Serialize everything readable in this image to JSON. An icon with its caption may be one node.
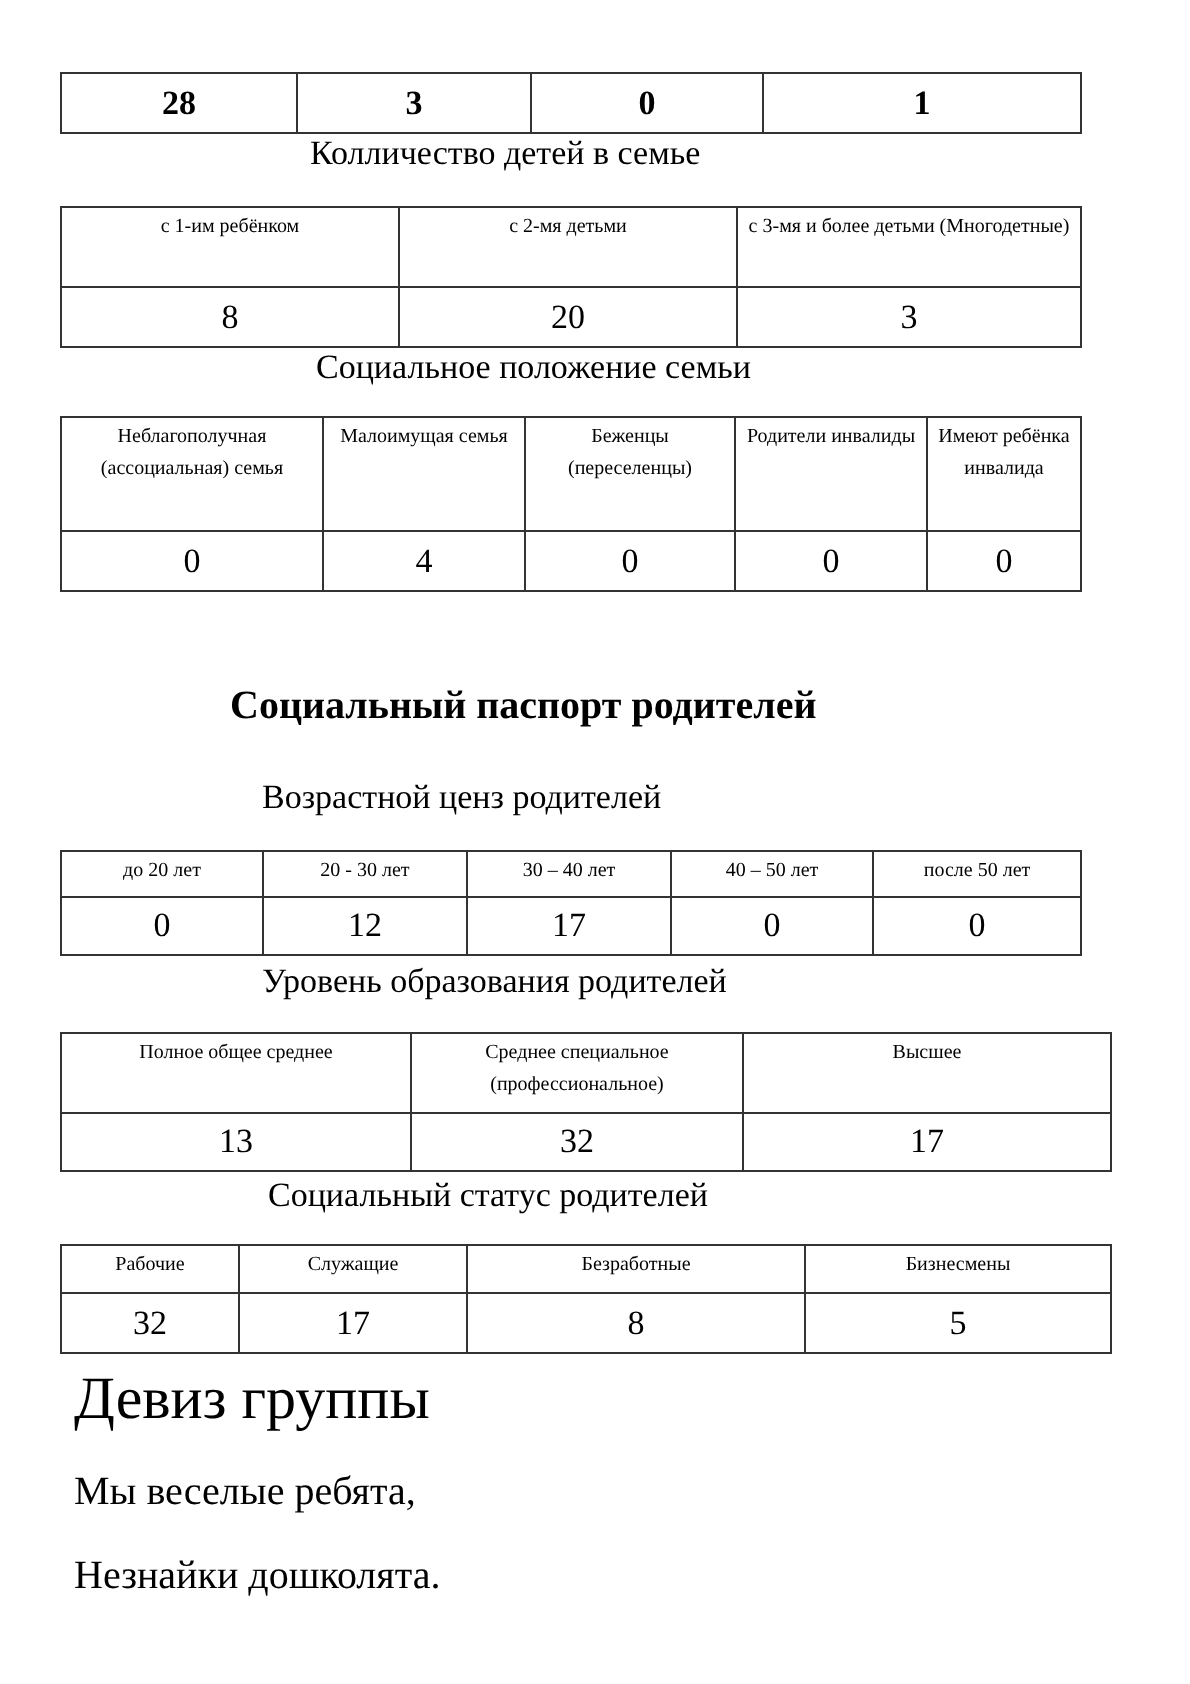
{
  "diagram": {
    "labels": [
      "28",
      "3",
      "0",
      "1",
      "Колличество детей в семье",
      "с 1-им  ребёнком",
      "с 2-мя детьми",
      "с 3-мя и более детьми (Многодетные)",
      "8",
      "20",
      "3",
      "Социальное положение семьи",
      "Неблагополучная (ассоциальная) семья",
      "Малоимущая семья",
      "Беженцы (переселенцы)",
      "Родители инвалиды",
      "Имеют ребёнка инвалида",
      "0",
      "4",
      "0",
      "0",
      "0",
      "Социальный паспорт родителей",
      "Возрастной ценз родителей",
      "до 20 лет",
      "20 - 30 лет",
      "30 – 40 лет",
      "40 – 50 лет",
      "после 50 лет",
      "0",
      "12",
      "17",
      "0",
      "0",
      "Уровень образования родителей",
      "Полное общее среднее",
      "Среднее специальное (профессиональное)",
      "Высшее",
      "13",
      "32",
      "17",
      "Социальный статус родителей",
      "Рабочие",
      "Служащие",
      "Безработные",
      "Бизнесмены",
      "32",
      "17",
      "8",
      "5",
      "Девиз группы",
      "Мы веселые ребята,",
      "Незнайки дошколята."
    ]
  }
}
